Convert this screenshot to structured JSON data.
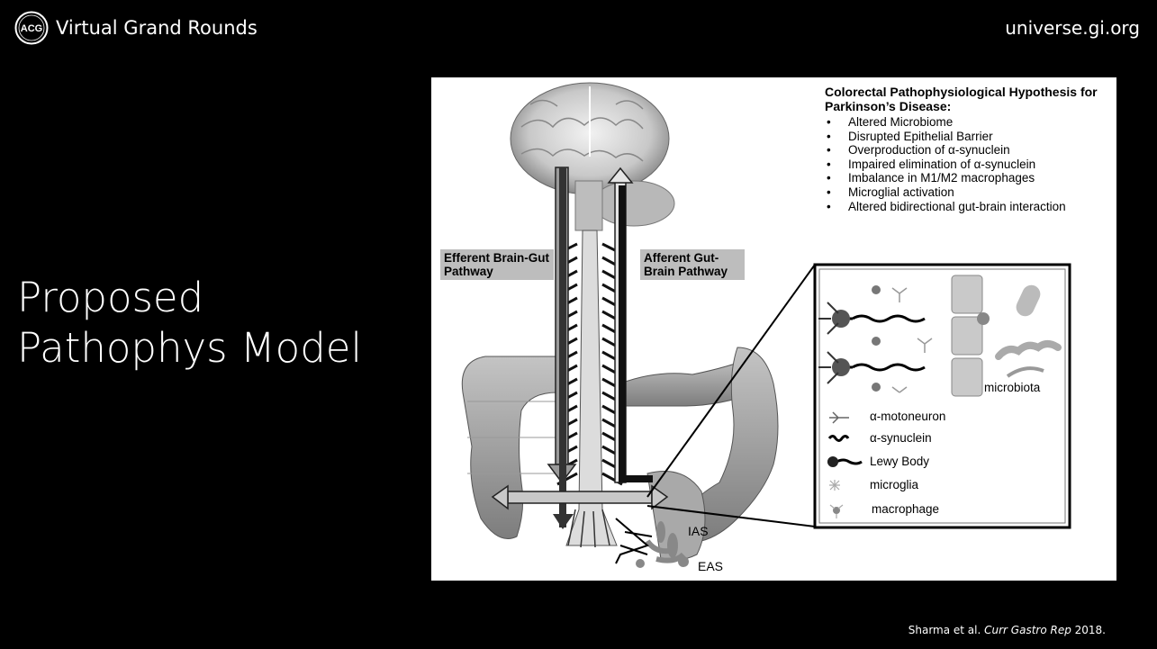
{
  "header": {
    "logo_text": "ACG",
    "title": "Virtual Grand Rounds",
    "url": "universe.gi.org"
  },
  "slide": {
    "title_line1": "Proposed",
    "title_line2": "Pathophys Model"
  },
  "figure": {
    "hypothesis_title": "Colorectal Pathophysiological Hypothesis for Parkinson’s Disease:",
    "hypothesis_items": [
      "Altered Microbiome",
      "Disrupted Epithelial Barrier",
      "Overproduction of α-synuclein",
      "Impaired elimination of α-synuclein",
      "Imbalance in M1/M2 macrophages",
      "Microglial activation",
      "Altered bidirectional gut-brain interaction"
    ],
    "efferent_label": "Efferent Brain-Gut Pathway",
    "afferent_label": "Afferent Gut-Brain Pathway",
    "microbiota_label": "microbiota",
    "legend": [
      "α-motoneuron",
      "α-synuclein",
      "Lewy Body",
      "microglia",
      "macrophage"
    ],
    "ias_label": "IAS",
    "eas_label": "EAS"
  },
  "citation": {
    "prefix": "Sharma et al. ",
    "journal": "Curr Gastro Rep",
    "year": " 2018."
  }
}
